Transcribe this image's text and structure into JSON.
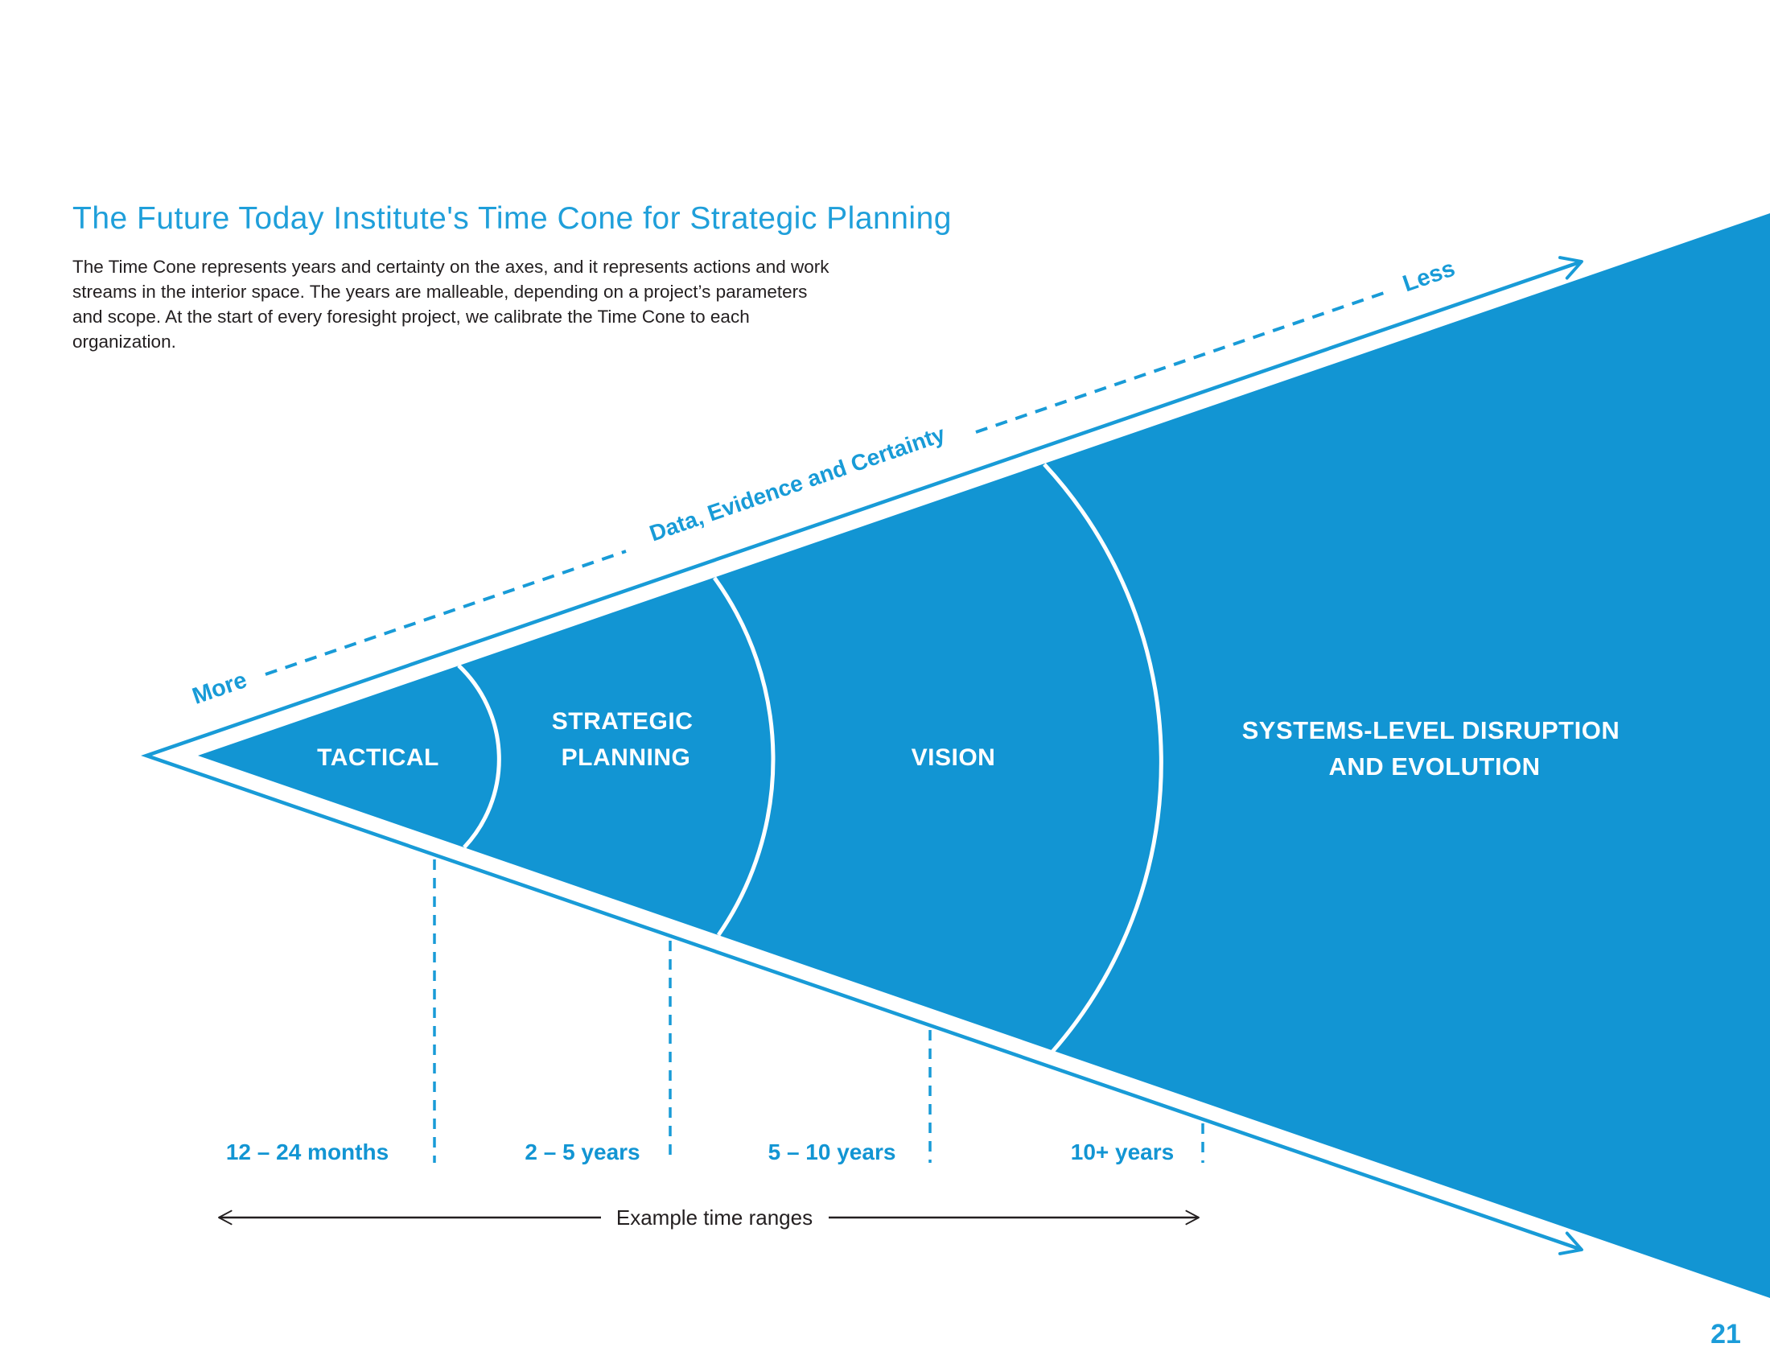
{
  "page": {
    "title": "The Future Today Institute's Time Cone for Strategic Planning",
    "intro": "The Time Cone represents years and certainty on the axes, and it represents actions and work streams in the interior space. The years are malleable, depending on a project’s parameters and scope. At the start of every foresight project, we calibrate the Time Cone to each organization.",
    "page_number": "21"
  },
  "colors": {
    "cone_blue": "#1295d3",
    "accent_blue": "#189bd7",
    "title_blue": "#1f9fda",
    "text_black": "#231f20",
    "divider_white": "#ffffff"
  },
  "axis": {
    "more": "More",
    "label": "Data, Evidence and Certainty",
    "less": "Less"
  },
  "cone": {
    "sections": [
      {
        "label_lines": [
          "TACTICAL"
        ],
        "time_range": "12 – 24 months"
      },
      {
        "label_lines": [
          "STRATEGIC",
          "PLANNING"
        ],
        "time_range": "2 – 5 years"
      },
      {
        "label_lines": [
          "VISION"
        ],
        "time_range": "5 – 10 years"
      },
      {
        "label_lines": [
          "SYSTEMS-LEVEL DISRUPTION",
          "AND EVOLUTION"
        ],
        "time_range": "10+ years"
      }
    ]
  },
  "footer": {
    "example_range_label": "Example time ranges"
  }
}
